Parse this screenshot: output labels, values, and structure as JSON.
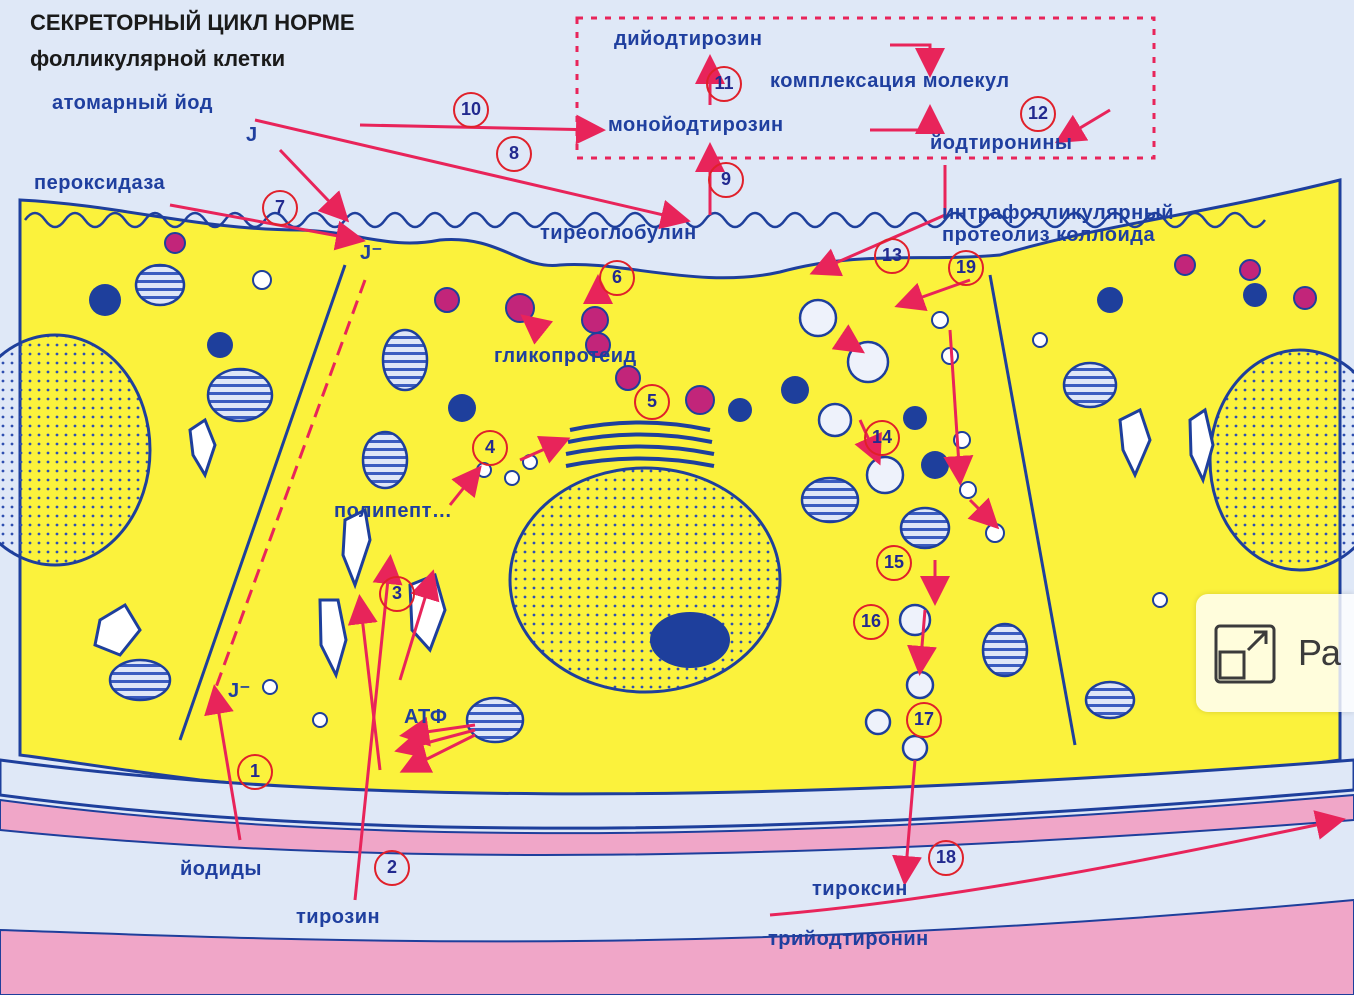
{
  "title": {
    "line1": "СЕКРЕТОРНЫЙ ЦИКЛ НОРМЕ",
    "line2": "фолликулярной клетки"
  },
  "labels": {
    "atomic_iodine": "атомарный йод",
    "iodine_symbol": "J",
    "peroxidase": "пероксидаза",
    "iodide_ion": "J⁻",
    "iodide_ion_basal": "J⁻",
    "diiodotyrosine": "дийодтирозин",
    "complexation": "комплексация молекул",
    "monoiodotyrosine": "монойодтирозин",
    "iodothyronines": "йодтиронины",
    "thyroglobulin": "тиреоглобулин",
    "intrafollicular": "интрафолликулярный",
    "proteolysis": "протеолиз коллоида",
    "glycoprotein": "гликопротеид",
    "polypeptide": "полипепт…",
    "atp": "АТФ",
    "iodides": "йодиды",
    "tyrosine": "тирозин",
    "thyroxine": "тироксин",
    "triiodothyronine": "трийодтиронин"
  },
  "step_numbers": [
    "1",
    "2",
    "3",
    "4",
    "5",
    "6",
    "7",
    "8",
    "9",
    "10",
    "11",
    "12",
    "13",
    "14",
    "15",
    "16",
    "17",
    "18",
    "19"
  ],
  "overlay": {
    "expand_label": "Ра",
    "icon": "expand-icon"
  },
  "colors": {
    "cytoplasm": "#fbf23c",
    "colloid": "#dfe8f7",
    "membrane": "#1e3f9c",
    "arrow": "#e8245a",
    "circle": "#e0202a",
    "blood": "#f0a6c8"
  }
}
